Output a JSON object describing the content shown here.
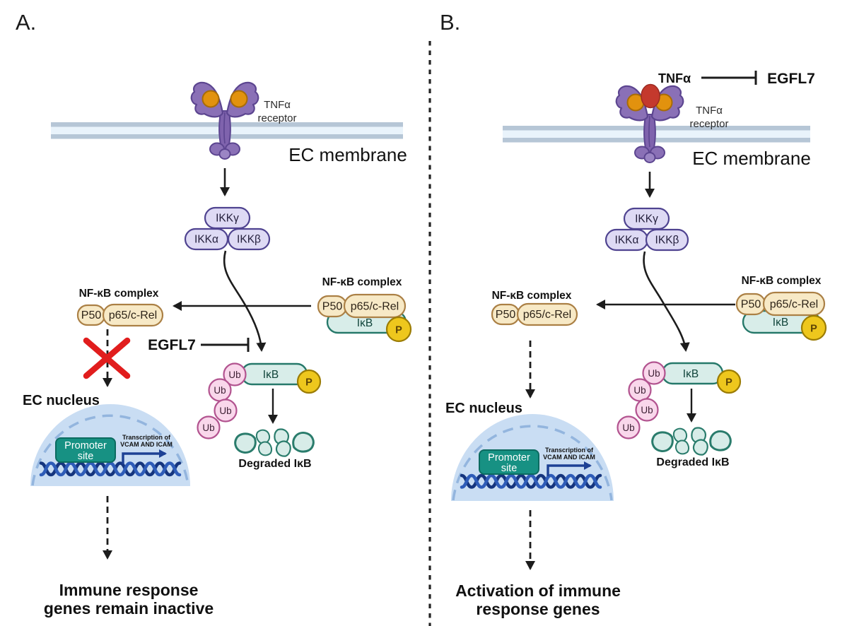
{
  "palette": {
    "receptor_purple": "#8a70b6",
    "receptor_outline": "#5c4590",
    "ligand_orange": "#e2920e",
    "tnfa_ligand_red": "#c4392d",
    "membrane_band": "#b6c6d6",
    "membrane_inner": "#e9f3fb",
    "ikk_pill_fill": "#dedaf4",
    "ikk_pill_stroke": "#4f4390",
    "nfkb_tan_fill": "#f7e9c6",
    "nfkb_tan_stroke": "#ab8045",
    "ikb_teal_fill": "#d8ede9",
    "ikb_teal_stroke": "#26796a",
    "phospho_gold": "#eec71d",
    "phospho_stroke": "#9b7c04",
    "ub_pink_fill": "#f9d7eb",
    "ub_pink_stroke": "#b2538f",
    "red_x": "#e11d1d",
    "nucleus_fill": "#c9ddf3",
    "nucleus_stroke": "#93b5de",
    "promoter_teal": "#179183",
    "dna_dark": "#15357e",
    "dna_blue": "#2e5cb8",
    "transcription_arrow": "#1d4195",
    "line_black": "#1c1c1c"
  },
  "panelA": {
    "panel_label": "A.",
    "receptor_label_line1": "TNFα",
    "receptor_label_line2": "receptor",
    "membrane_label": "EC membrane",
    "ikk_gamma": "IKKγ",
    "ikk_alpha": "IKKα",
    "ikk_beta": "IKKβ",
    "nfkb_right": {
      "title": "NF-κB complex",
      "p50": "P50",
      "p65": "p65/c-Rel",
      "ikb": "IκB",
      "phospho": "P"
    },
    "nfkb_left": {
      "title": "NF-κB complex",
      "p50": "P50",
      "p65": "p65/c-Rel"
    },
    "egfl7_label": "EGFL7",
    "ub": "Ub",
    "free_ikb": {
      "ikb": "IκB",
      "phospho": "P"
    },
    "degraded_label": "Degraded IκB",
    "nucleus_label": "EC nucleus",
    "promoter_line1": "Promoter",
    "promoter_line2": "site",
    "transcription_line1": "Transcription of",
    "transcription_line2": "VCAM AND ICAM",
    "outcome_line1": "Immune response",
    "outcome_line2": "genes remain inactive"
  },
  "panelB": {
    "panel_label": "B.",
    "tnfa_label": "TNFα",
    "egfl7_top_label": "EGFL7",
    "receptor_label_line1": "TNFα",
    "receptor_label_line2": "receptor",
    "membrane_label": "EC membrane",
    "ikk_gamma": "IKKγ",
    "ikk_alpha": "IKKα",
    "ikk_beta": "IKKβ",
    "nfkb_right": {
      "title": "NF-κB complex",
      "p50": "P50",
      "p65": "p65/c-Rel",
      "ikb": "IκB",
      "phospho": "P"
    },
    "nfkb_left": {
      "title": "NF-κB complex",
      "p50": "P50",
      "p65": "p65/c-Rel"
    },
    "ub": "Ub",
    "free_ikb": {
      "ikb": "IκB",
      "phospho": "P"
    },
    "degraded_label": "Degraded IκB",
    "nucleus_label": "EC nucleus",
    "promoter_line1": "Promoter",
    "promoter_line2": "site",
    "transcription_line1": "Transcription of",
    "transcription_line2": "VCAM AND ICAM",
    "outcome_line1": "Activation of immune",
    "outcome_line2": "response genes"
  }
}
